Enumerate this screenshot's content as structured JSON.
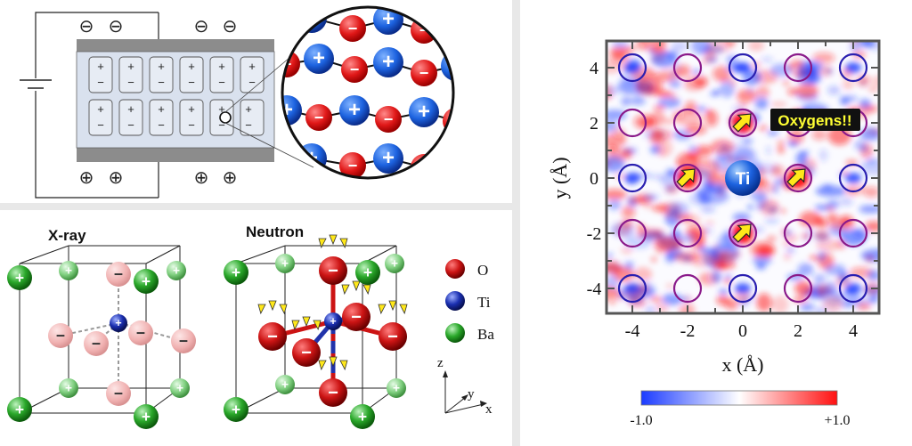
{
  "capacitor": {
    "top_charges": [
      "⊖",
      "⊖",
      "⊖",
      "⊖"
    ],
    "bottom_charges": [
      "⊕",
      "⊕",
      "⊕",
      "⊕"
    ],
    "cell_plus": "+",
    "cell_minus": "−",
    "zoom_plus": "+",
    "zoom_minus": "−"
  },
  "crystal": {
    "xray_label": "X-ray",
    "neutron_label": "Neutron",
    "plus": "+",
    "minus": "−",
    "legend": [
      {
        "symbol": "O",
        "color": "#cc1010"
      },
      {
        "symbol": "Ti",
        "color": "#1a2fb0"
      },
      {
        "symbol": "Ba",
        "color": "#2a9a2a"
      }
    ],
    "axes": {
      "z": "z",
      "y": "y",
      "x": "x"
    }
  },
  "map": {
    "center_label": "Ti",
    "annotation": "Oxygens!!",
    "x_ticks": [
      "-4",
      "-2",
      "0",
      "2",
      "4"
    ],
    "y_ticks": [
      "4",
      "2",
      "0",
      "-2",
      "-4"
    ],
    "xlabel": "x (Å)",
    "ylabel": "y (Å)",
    "colorbar_min": "-1.0",
    "colorbar_max": "+1.0",
    "colors": {
      "negative": "#1b3bff",
      "positive": "#ff1010",
      "frame": "#555555"
    }
  }
}
